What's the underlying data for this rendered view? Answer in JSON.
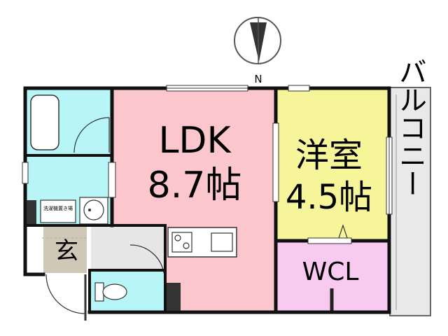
{
  "compass": {
    "label": "N"
  },
  "rooms": {
    "ldk": {
      "name": "LDK",
      "size": "8.7帖",
      "color": "#fbc6cc"
    },
    "western": {
      "name": "洋室",
      "size": "4.5帖",
      "color": "#f6f59a"
    },
    "wcl": {
      "name": "WCL",
      "color": "#f8caf0"
    },
    "entrance": {
      "name": "玄"
    },
    "balcony": {
      "name": "バルコニー"
    },
    "laundry": {
      "label": "洗濯機置き場"
    }
  },
  "colors": {
    "wet_area": "#b7f5f6",
    "corridor": "#e6e6e6",
    "entrance_floor": "#cfc8b6",
    "balcony": "#e9e9e9"
  }
}
